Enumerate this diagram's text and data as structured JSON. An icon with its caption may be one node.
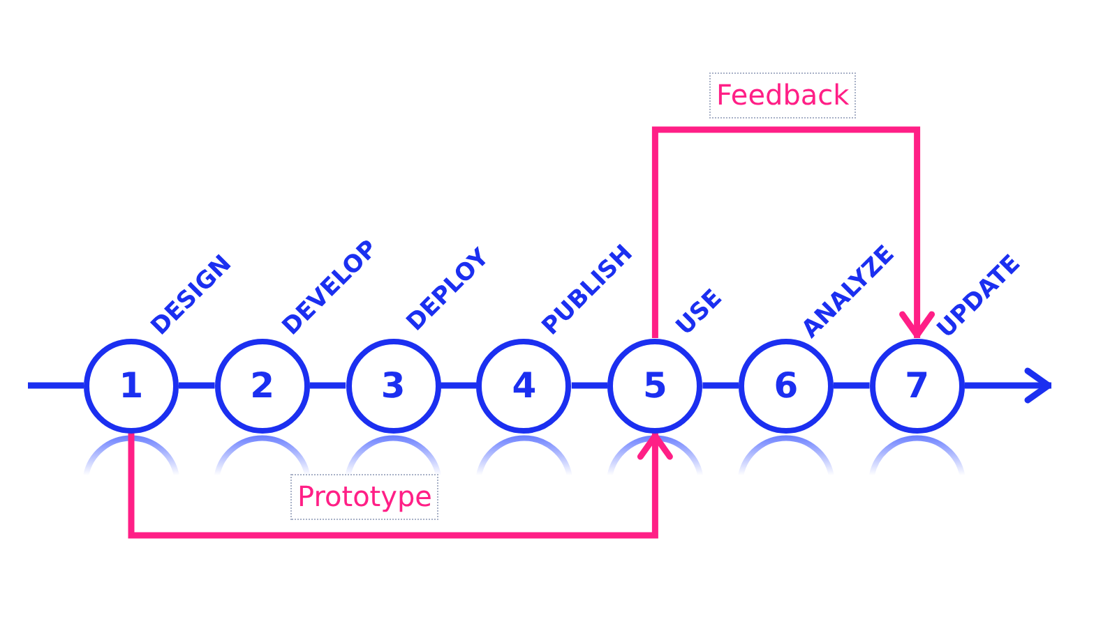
{
  "diagram": {
    "nodes": [
      {
        "text": [
          "1"
        ],
        "beside": [
          "DESIGN"
        ]
      },
      {
        "text": [
          "2"
        ],
        "beside": [
          "DEVELOP"
        ]
      },
      {
        "text": [
          "3"
        ],
        "beside": [
          "DEPLOY"
        ]
      },
      {
        "text": [
          "4"
        ],
        "beside": [
          "PUBLISH"
        ]
      },
      {
        "text": [
          "5"
        ],
        "beside": [
          "USE"
        ]
      },
      {
        "text": [
          "6"
        ],
        "beside": [
          "ANALYZE"
        ]
      },
      {
        "text": [
          "7"
        ],
        "beside": [
          "UPDATE"
        ]
      }
    ],
    "edges": [
      {
        "from": null,
        "to": 0,
        "arrow": "none"
      },
      {
        "from": 0,
        "to": 1,
        "arrow": "none"
      },
      {
        "from": 1,
        "to": 2,
        "arrow": "none"
      },
      {
        "from": 2,
        "to": 3,
        "arrow": "none"
      },
      {
        "from": 3,
        "to": 4,
        "arrow": "none"
      },
      {
        "from": 4,
        "to": 5,
        "arrow": "none"
      },
      {
        "from": 5,
        "to": 6,
        "arrow": "none"
      },
      {
        "from": 6,
        "to": null,
        "arrow": "to"
      },
      {
        "from": 0,
        "to": 4,
        "arrow": "to",
        "label": "Prototype",
        "color": "#ff1f86"
      },
      {
        "from": 4,
        "to": 6,
        "arrow": "to",
        "label": "Feedback",
        "color": "#ff1f86"
      }
    ]
  }
}
